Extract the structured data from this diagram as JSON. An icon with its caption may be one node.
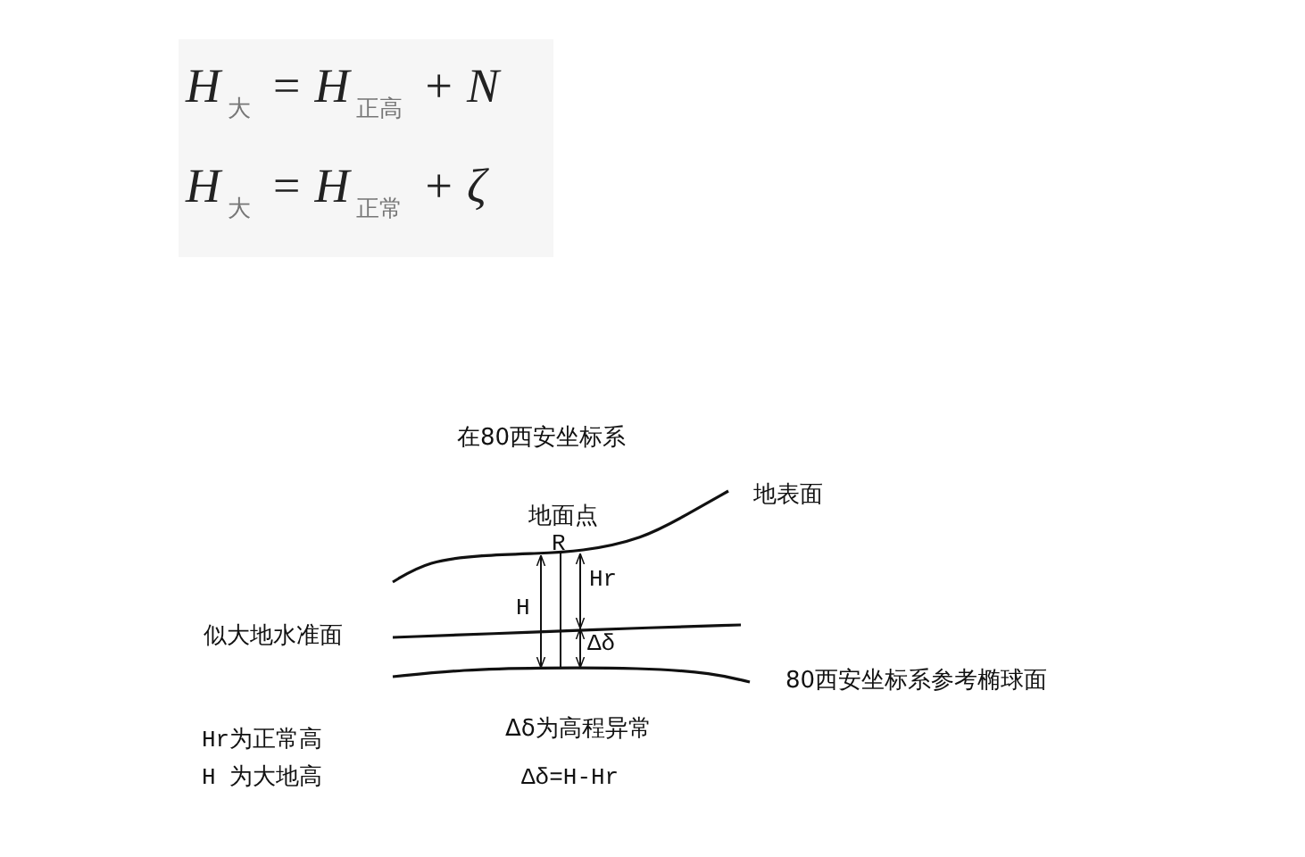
{
  "diagram": {
    "labels": [
      "H$_{大}$ = H$_{正高}$ + N",
      "H$_{大}$ = H$_{正常}$ + ζ",
      "在80西安坐标系",
      "地面点",
      "地表面",
      "R",
      "Hr",
      "H",
      "似大地水准面",
      "Δδ",
      "80西安坐标系参考椭球面",
      "Δδ为高程异常",
      "Hr为正常高",
      "H 为大地高",
      "Δδ=H-Hr"
    ]
  }
}
